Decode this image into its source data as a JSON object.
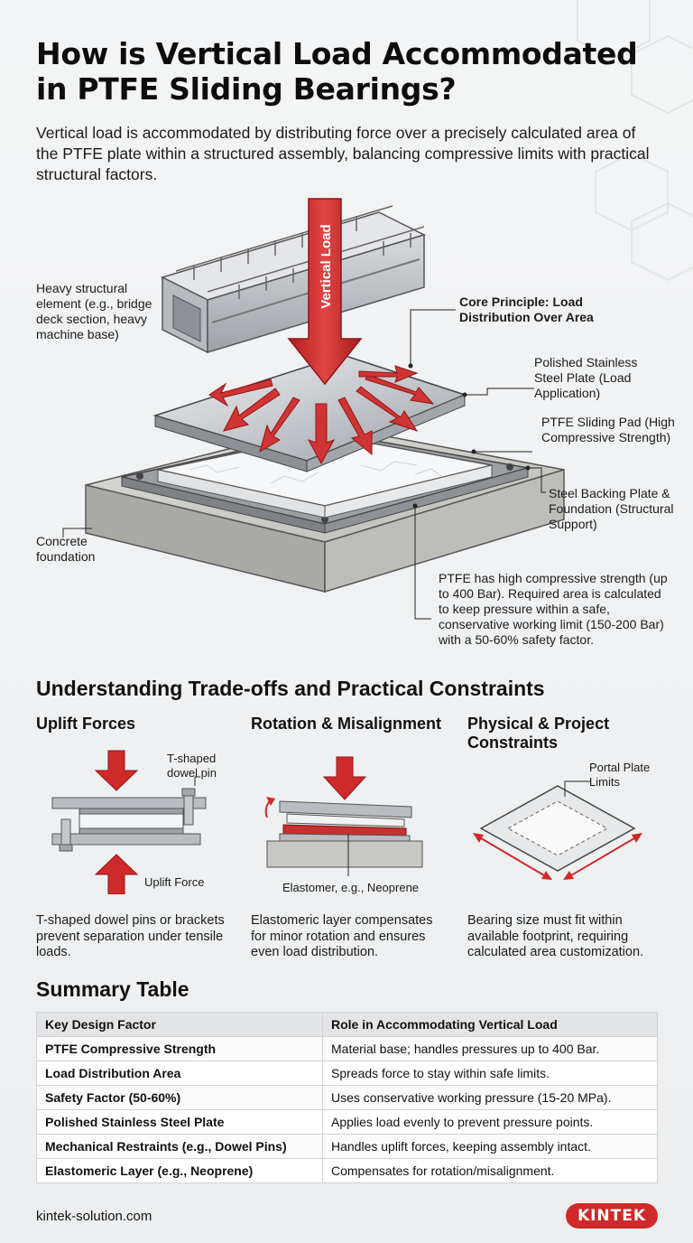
{
  "title": "How is Vertical Load Accommodated in PTFE Sliding Bearings?",
  "lead": "Vertical load is accommodated by distributing force over a precisely calculated area of the PTFE plate within a structured assembly, balancing compressive limits with practical structural factors.",
  "diagram": {
    "arrow_label": "Vertical Load",
    "callout_structural": "Heavy structural element (e.g., bridge deck section, heavy machine base)",
    "callout_core_principle": "Core Principle: Load Distribution Over Area",
    "callout_stainless": "Polished Stainless Steel Plate (Load Application)",
    "callout_ptfe": "PTFE Sliding Pad (High Compressive Strength)",
    "callout_backing": "Steel Backing Plate & Foundation (Structural Support)",
    "callout_concrete": "Concrete foundation",
    "callout_note": "PTFE has high compressive strength (up to 400 Bar). Required area is calculated to keep pressure within a safe, conservative working limit (150-200 Bar) with a 50-60% safety factor."
  },
  "tradeoffs": {
    "heading": "Understanding Trade-offs and Practical Constraints",
    "uplift": {
      "title": "Uplift Forces",
      "pin_label": "T-shaped dowel pin",
      "force_label": "Uplift Force",
      "description": "T-shaped dowel pins or brackets prevent separation under tensile loads."
    },
    "rotation": {
      "title": "Rotation & Misalignment",
      "elastomer_label": "Elastomer, e.g., Neoprene",
      "description": "Elastomeric layer compensates for minor rotation and ensures even load distribution."
    },
    "physical": {
      "title": "Physical & Project Constraints",
      "plate_label": "Portal Plate Limits",
      "description": "Bearing size must fit within available footprint, requiring calculated area customization."
    }
  },
  "summary": {
    "heading": "Summary Table",
    "columns": [
      "Key Design Factor",
      "Role in Accommodating Vertical Load"
    ],
    "rows": [
      [
        "PTFE Compressive Strength",
        "Material base; handles pressures up to 400 Bar."
      ],
      [
        "Load Distribution Area",
        "Spreads force to stay within safe limits."
      ],
      [
        "Safety Factor (50-60%)",
        "Uses conservative working pressure (15-20 MPa)."
      ],
      [
        "Polished Stainless Steel Plate",
        "Applies load evenly to prevent pressure points."
      ],
      [
        "Mechanical Restraints (e.g., Dowel Pins)",
        "Handles uplift forces, keeping assembly intact."
      ],
      [
        "Elastomeric Layer (e.g., Neoprene)",
        "Compensates for rotation/misalignment."
      ]
    ]
  },
  "footer": {
    "website": "kintek-solution.com",
    "brand": "KINTEK"
  },
  "colors": {
    "accent_red": "#cf2a2a",
    "steel": "#c3c6ca",
    "concrete": "#c9c9c6"
  }
}
